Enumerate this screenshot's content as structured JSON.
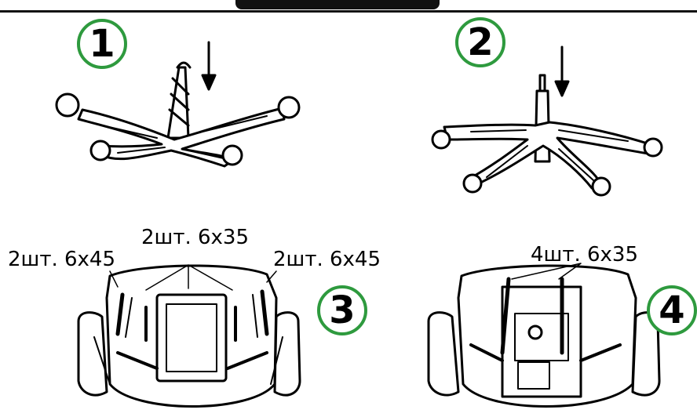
{
  "steps": [
    {
      "number": "1"
    },
    {
      "number": "2"
    },
    {
      "number": "3"
    },
    {
      "number": "4"
    }
  ],
  "labels": {
    "step3_left": "2шт. 6x45",
    "step3_center": "2шт. 6x35",
    "step3_right": "2шт. 6x45",
    "step4_center": "4шт. 6x35"
  },
  "colors": {
    "step_circle": "#2e9a3e",
    "ink": "#000000"
  }
}
